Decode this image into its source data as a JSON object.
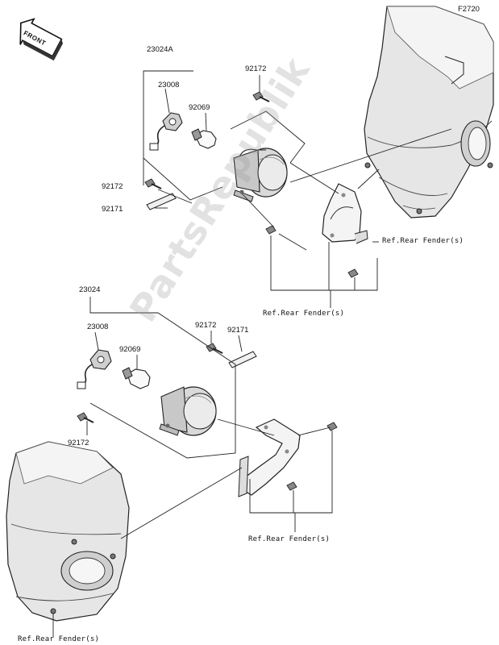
{
  "diagram_code": "F2720",
  "front_label": "FRONT",
  "watermark": "PartsRepublik",
  "upper_assembly": {
    "assembly_part": "23024A",
    "socket_part": "23008",
    "bulb_part": "92069",
    "bolt_top_part": "92172",
    "bolt_left_part": "92172",
    "plate_part": "92171",
    "ref_fender_right": "Ref.Rear Fender(s)",
    "ref_fender_bottom": "Ref.Rear Fender(s)"
  },
  "lower_assembly": {
    "assembly_part": "23024",
    "socket_part": "23008",
    "bulb_part": "92069",
    "bolt_top_part": "92172",
    "plate_part": "92171",
    "bolt_left_part": "92172",
    "ref_fender_center": "Ref.Rear Fender(s)",
    "ref_fender_bottom": "Ref.Rear Fender(s)"
  }
}
